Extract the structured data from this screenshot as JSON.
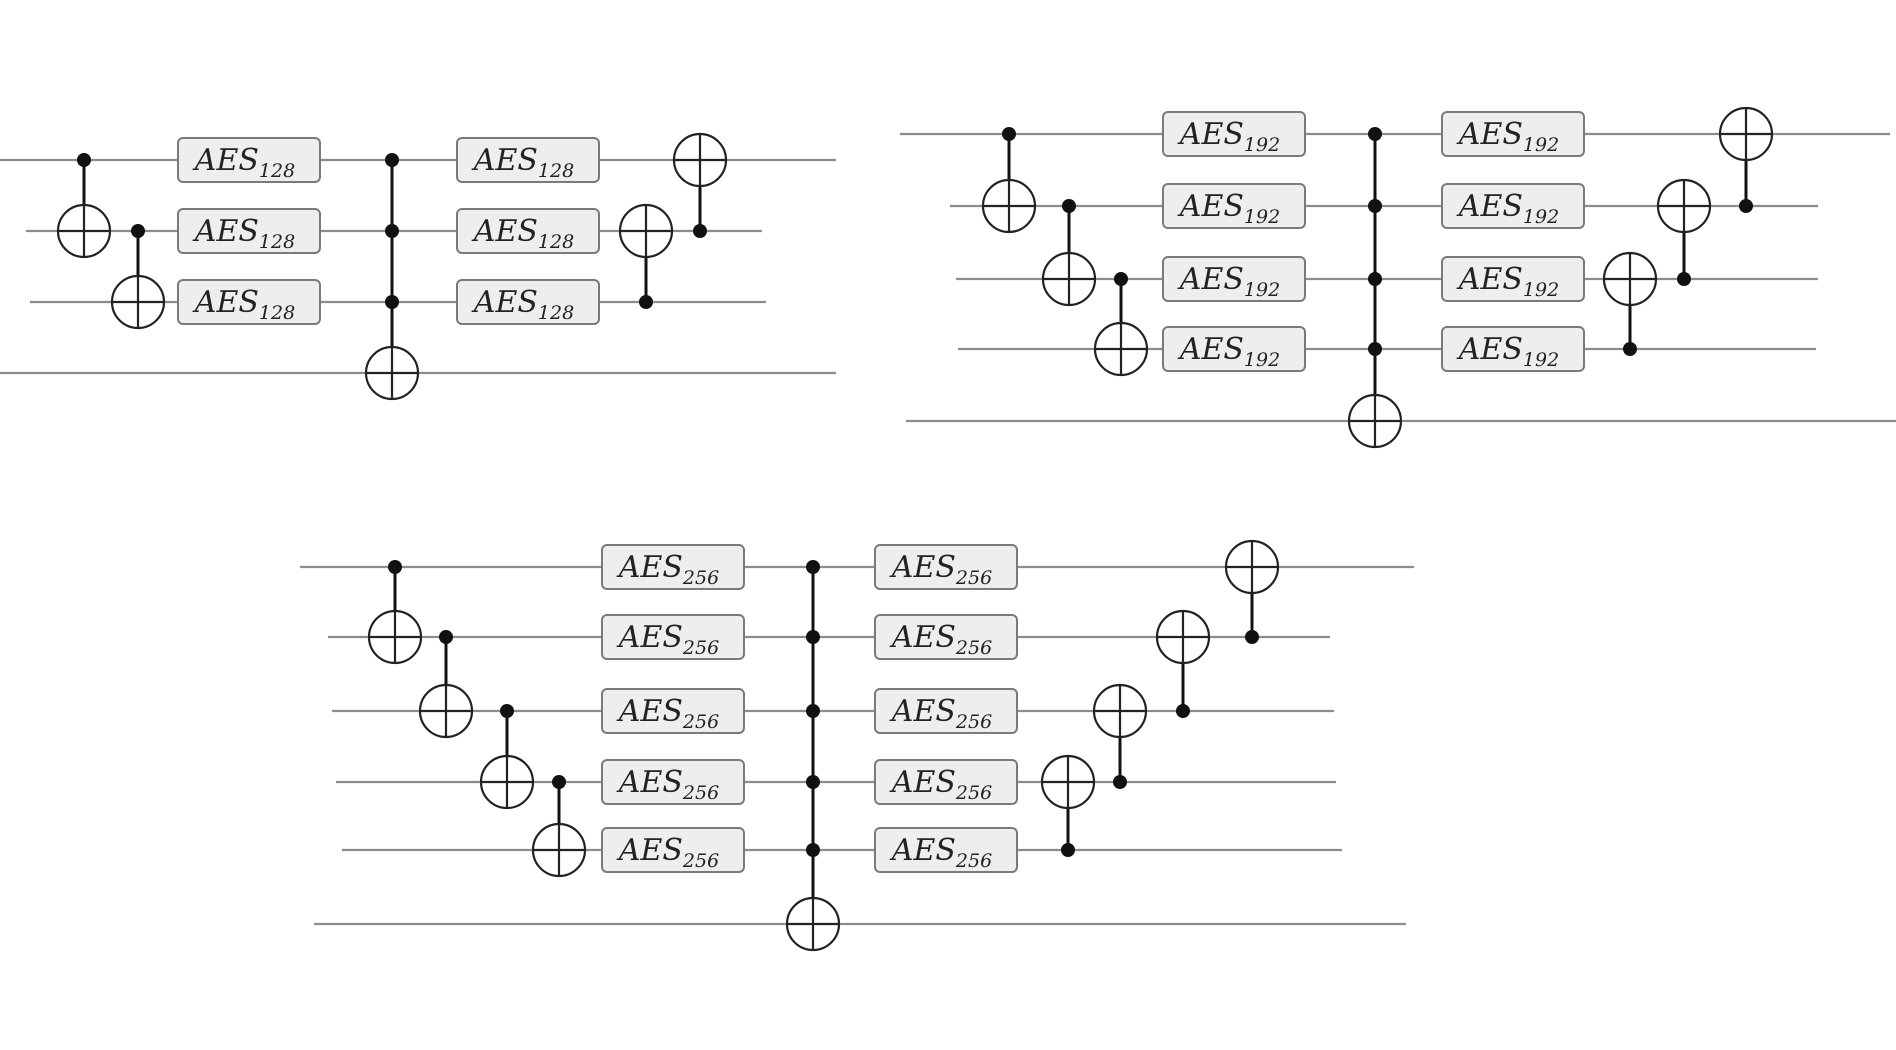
{
  "circuits": [
    {
      "gate_label": "AES",
      "gate_subscript": "128",
      "qubit_count": 4
    },
    {
      "gate_label": "AES",
      "gate_subscript": "192",
      "qubit_count": 5
    },
    {
      "gate_label": "AES",
      "gate_subscript": "256",
      "qubit_count": 6
    }
  ],
  "colors": {
    "wire": "#8c8c8c",
    "gate_fill": "#eeeeee",
    "gate_border": "#7a7a7a",
    "control": "#111111"
  }
}
